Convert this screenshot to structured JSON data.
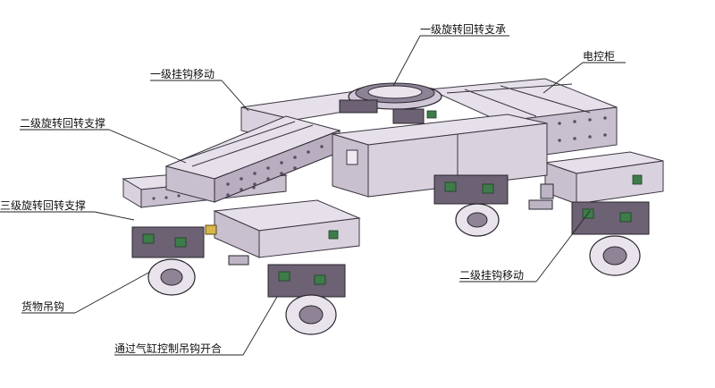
{
  "labels": {
    "slewing_bearing_1": "一级旋转回转支承",
    "hook_move_1": "一级挂钩移动",
    "control_cabinet": "电控柜",
    "slewing_support_2": "二级旋转回转支撑",
    "slewing_support_3": "三级旋转回转支撑",
    "hook_move_2": "二级挂钩移动",
    "cargo_hook": "货物吊钩",
    "cylinder_control": "通过气缸控制吊钩开合"
  }
}
